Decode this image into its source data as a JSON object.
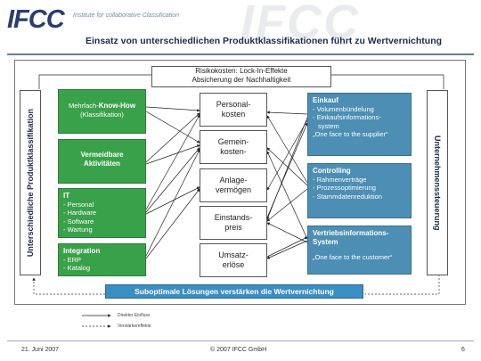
{
  "header": {
    "logo": "IFCC",
    "logo_subtitle": "Institute for collaborative Classification",
    "watermark": "IFCC",
    "title": "Einsatz von unterschiedlichen Produktklassifikationen führt zu Wertvernichtung"
  },
  "risk_box": {
    "line1": "Risikokosten: Lock-In-Effekte",
    "line2": "Absicherung der Nachhaltigkeit"
  },
  "left_label": "Unterschiedliche Produktklassifikation",
  "right_label": "Unternehmenssteuerung",
  "green_boxes": [
    {
      "pre": "Mehrfach-",
      "title": "Know-How",
      "lines": [
        "(Klassifikation)"
      ]
    },
    {
      "title": "Vermeidbare Aktivitäten",
      "lines": []
    },
    {
      "title": "IT",
      "lines": [
        "- Personal",
        "- Hardware",
        "- Software",
        "- Wartung"
      ]
    },
    {
      "title": "Integration",
      "lines": [
        "- ERP",
        "- Katalog"
      ]
    }
  ],
  "cost_boxes": [
    {
      "line1": "Personal-",
      "line2": "kosten"
    },
    {
      "line1": "Gemein-",
      "line2": "kosten-"
    },
    {
      "line1": "Anlage-",
      "line2": "vermögen"
    },
    {
      "line1": "Einstands-",
      "line2": "preis"
    },
    {
      "line1": "Umsatz-",
      "line2": "erlöse"
    }
  ],
  "blue_boxes": [
    {
      "title": "Einkauf",
      "lines": [
        "- Volumenbündelung",
        "- Einkaufsinformations-",
        "  system",
        "„One face to the supplier“"
      ]
    },
    {
      "title": "Controlling",
      "lines": [
        "- Rahmenverträge",
        "- Prozessoptimierung",
        "- Stammdatenreduktion"
      ]
    },
    {
      "title": "Vertriebsinformations-",
      "title2": "System",
      "lines": [
        "„One face to the customer“"
      ]
    }
  ],
  "banner": "Suboptimale Lösungen verstärken die Wertvernichtung",
  "legend": {
    "direct": "Direkter Einfluss",
    "amplify": "Verstärkereffekte"
  },
  "footer": {
    "date": "21. Juni 2007",
    "copyright": "© 2007 IFCC GmbH",
    "page": "6"
  },
  "colors": {
    "green": "#3aa14b",
    "blue": "#4c8eb4",
    "banner": "#3a8ec2",
    "title": "#1d2a4c"
  }
}
